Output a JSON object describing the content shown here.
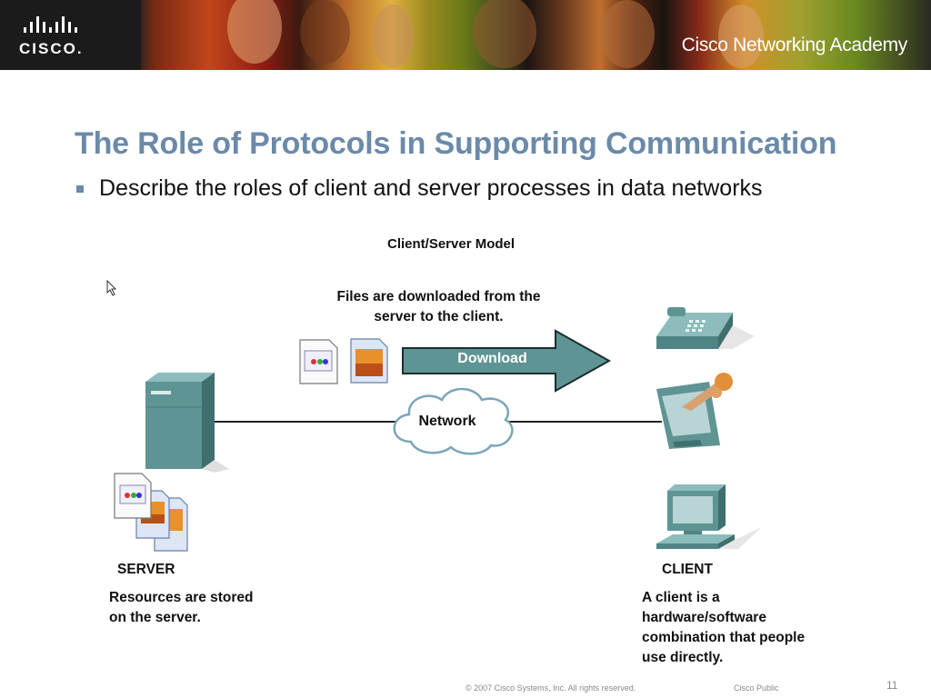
{
  "banner": {
    "logo_text": "CISCO.",
    "academy_text": "Cisco Networking Academy"
  },
  "slide": {
    "title": "The Role of Protocols in Supporting Communication",
    "bullet": "Describe the roles of client and server processes in data networks"
  },
  "diagram": {
    "title": "Client/Server Model",
    "download_caption_line1": "Files are downloaded from the",
    "download_caption_line2": "server to the client.",
    "download_label": "Download",
    "network_label": "Network",
    "server_label": "SERVER",
    "server_desc_line1": "Resources are stored",
    "server_desc_line2": "on the server.",
    "client_label": "CLIENT",
    "client_desc_line1": "A client is a",
    "client_desc_line2": "hardware/software",
    "client_desc_line3": "combination that people",
    "client_desc_line4": "use directly."
  },
  "footer": {
    "copyright": "© 2007 Cisco Systems, Inc. All rights reserved.",
    "classification": "Cisco Public",
    "page_number": "11"
  },
  "colors": {
    "title": "#6b8aa8",
    "device_teal": "#5e9494",
    "arrow_fill": "#5e9494"
  }
}
